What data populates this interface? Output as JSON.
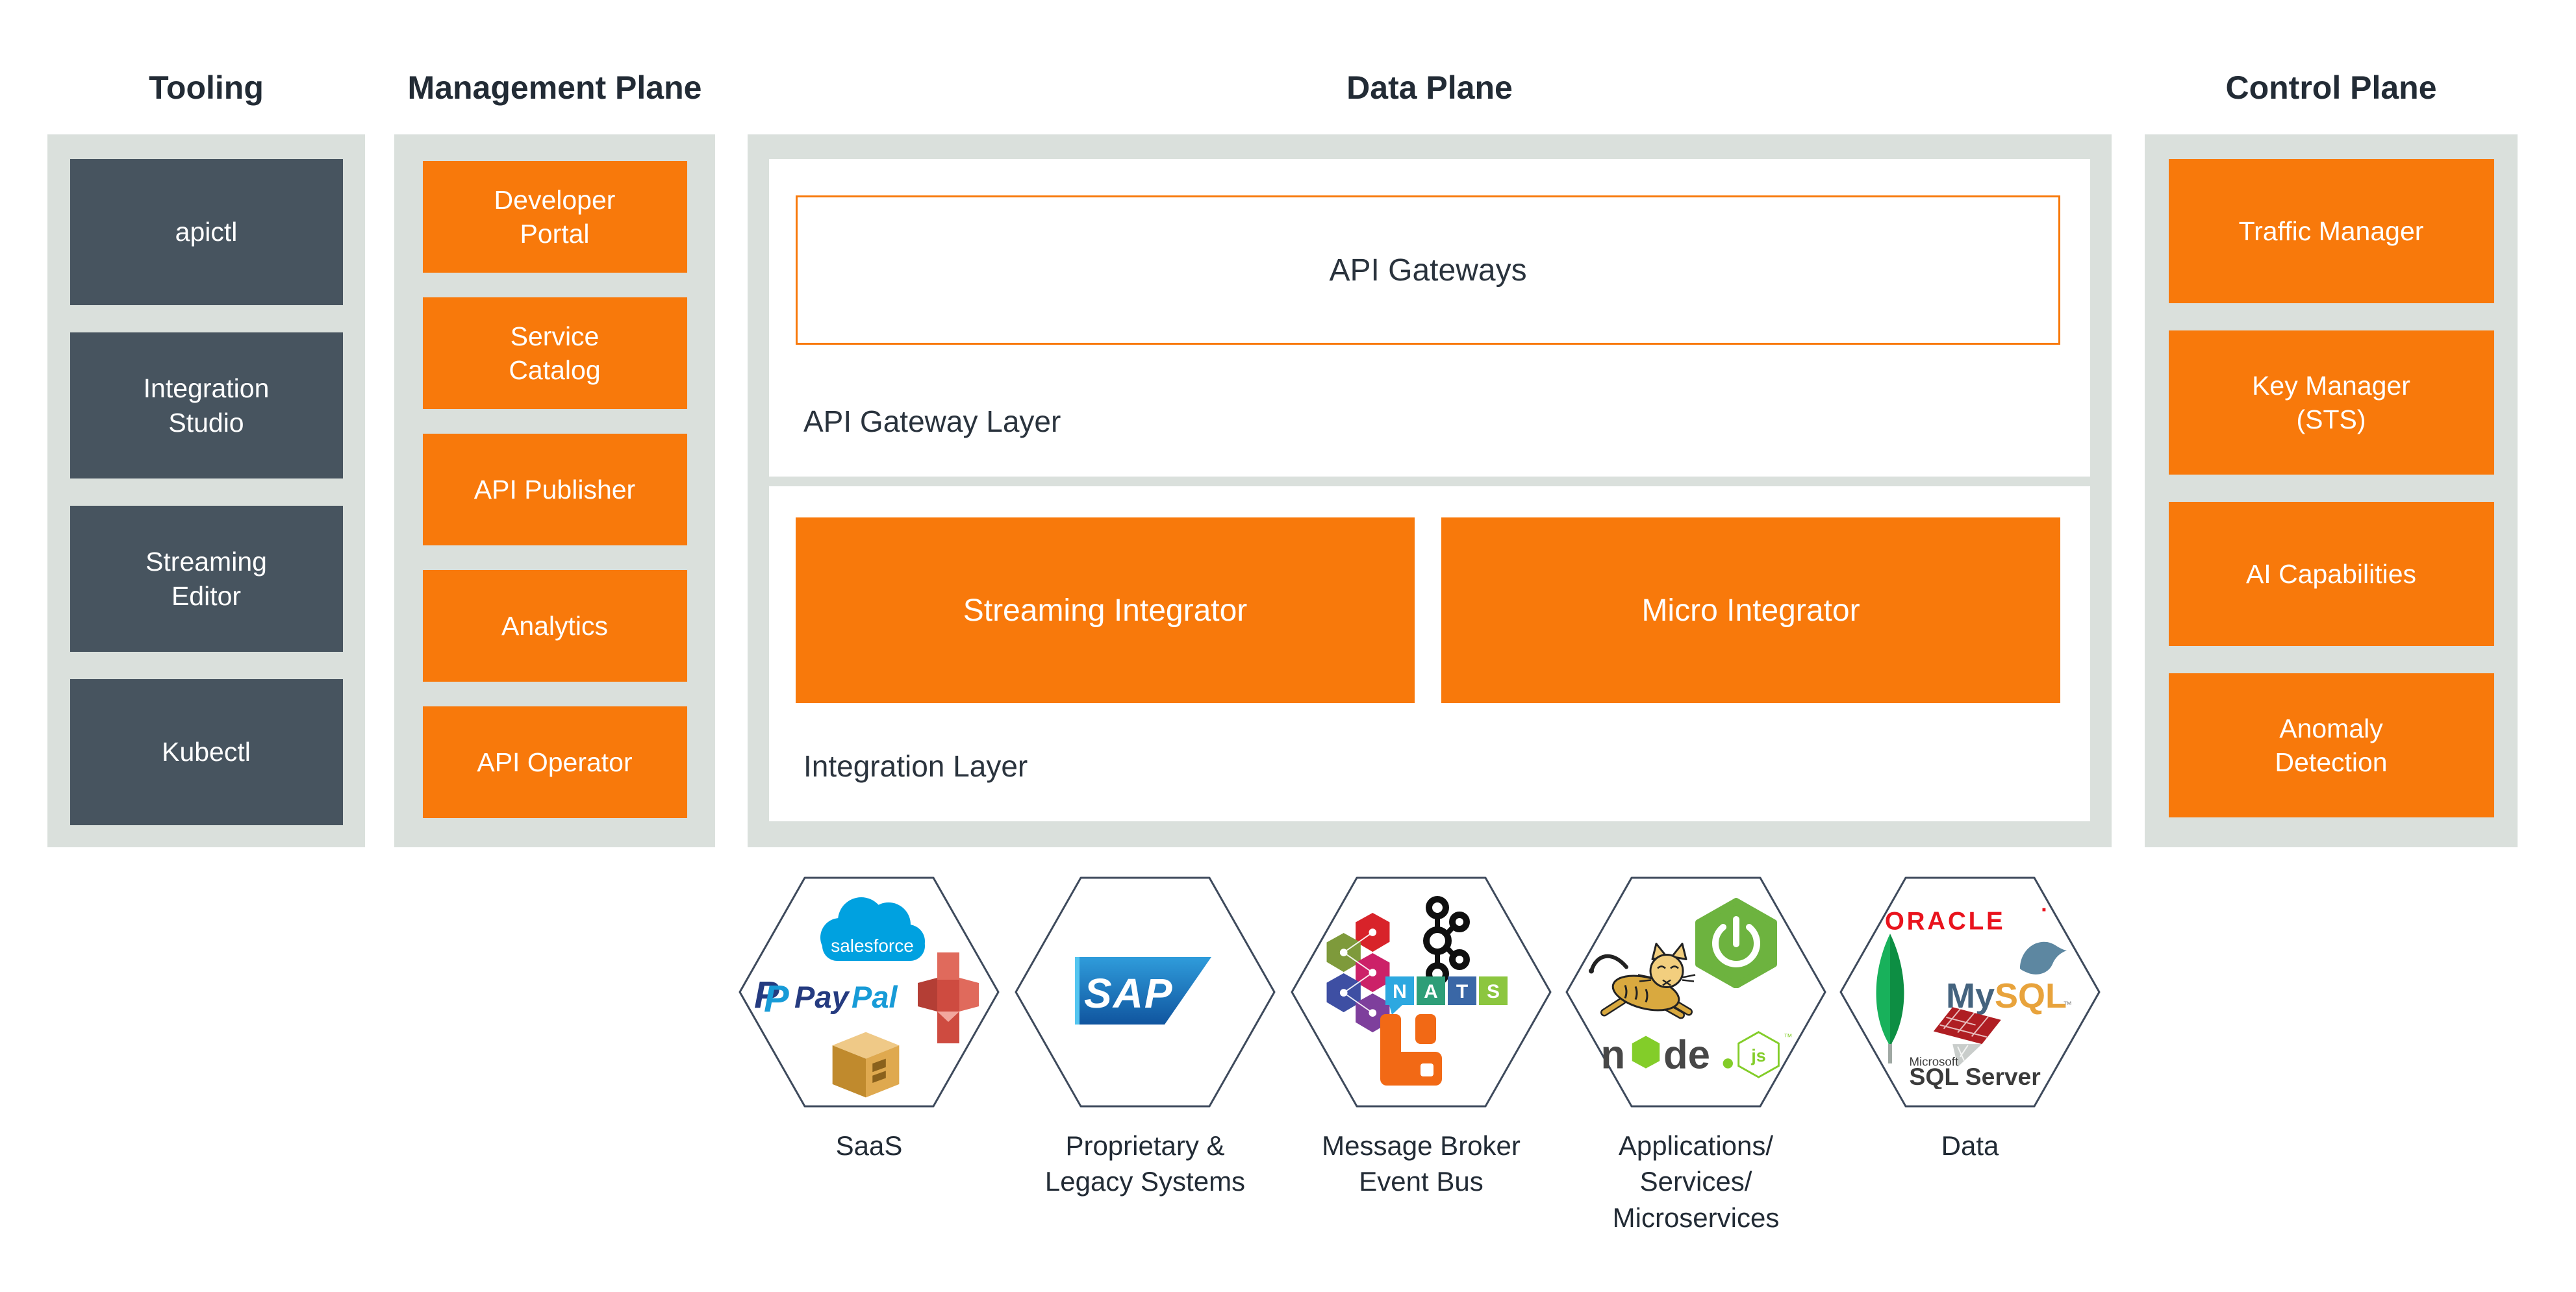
{
  "colors": {
    "orange": "#F8790B",
    "slate": "#47545F",
    "column_bg": "#DAE0DC",
    "heading_text": "#222B35",
    "hex_border": "#3E4A5C"
  },
  "headers": {
    "tooling": "Tooling",
    "management": "Management Plane",
    "data_plane": "Data Plane",
    "control": "Control Plane"
  },
  "tooling": {
    "items": [
      "apictl",
      "Integration Studio",
      "Streaming Editor",
      "Kubectl"
    ]
  },
  "management": {
    "items": [
      "Developer Portal",
      "Service Catalog",
      "API Publisher",
      "Analytics",
      "API Operator"
    ]
  },
  "data_plane": {
    "gateway_box": "API Gateways",
    "gateway_layer_label": "API Gateway Layer",
    "integration_boxes": [
      "Streaming Integrator",
      "Micro Integrator"
    ],
    "integration_layer_label": "Integration Layer"
  },
  "control": {
    "items": [
      "Traffic Manager",
      "Key Manager (STS)",
      "AI Capabilities",
      "Anomaly Detection"
    ]
  },
  "hex_captions": [
    "SaaS",
    "Proprietary & Legacy Systems",
    "Message Broker Event Bus",
    "Applications/ Services/ Microservices",
    "Data"
  ],
  "logo_text": {
    "salesforce": "salesforce",
    "paypal_icon_back": "P",
    "paypal_icon_front": "P",
    "paypal_pay": "Pay",
    "paypal_pal": "Pal",
    "sap": "SAP",
    "nats": [
      "N",
      "A",
      "T",
      "S"
    ],
    "node_n": "n",
    "node_de": "de",
    "node_js": "js",
    "node_tm": "™",
    "oracle": "ORACLE",
    "mysql_my": "My",
    "mysql_sql": "SQL",
    "mysql_tm": "™",
    "microsoft": "Microsoft",
    "sql_server": "SQL Server"
  }
}
